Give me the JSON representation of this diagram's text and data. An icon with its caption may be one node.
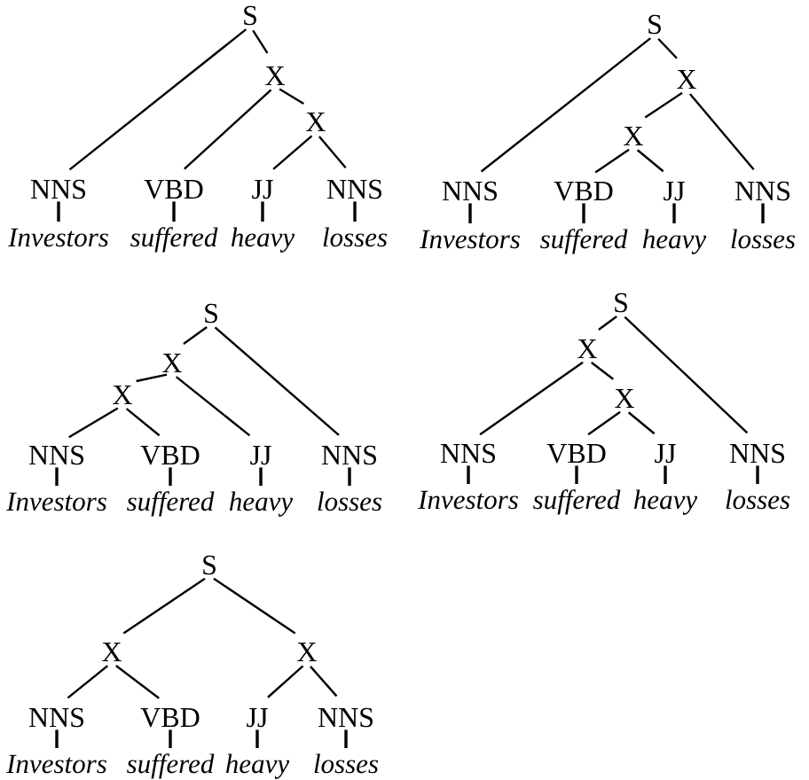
{
  "diagram": {
    "nodes": [
      {
        "text": [
          "S"
        ]
      },
      {
        "text": [
          "X"
        ]
      },
      {
        "text": [
          "X"
        ]
      },
      {
        "text": [
          "NNS"
        ]
      },
      {
        "text": [
          "VBD"
        ]
      },
      {
        "text": [
          "JJ"
        ]
      },
      {
        "text": [
          "NNS"
        ]
      },
      {
        "text": [
          "Investors"
        ]
      },
      {
        "text": [
          "suffered"
        ]
      },
      {
        "text": [
          "heavy"
        ]
      },
      {
        "text": [
          "losses"
        ]
      },
      {
        "text": [
          "S"
        ]
      },
      {
        "text": [
          "X"
        ]
      },
      {
        "text": [
          "X"
        ]
      },
      {
        "text": [
          "NNS"
        ]
      },
      {
        "text": [
          "VBD"
        ]
      },
      {
        "text": [
          "JJ"
        ]
      },
      {
        "text": [
          "NNS"
        ]
      },
      {
        "text": [
          "Investors"
        ]
      },
      {
        "text": [
          "suffered"
        ]
      },
      {
        "text": [
          "heavy"
        ]
      },
      {
        "text": [
          "losses"
        ]
      },
      {
        "text": [
          "S"
        ]
      },
      {
        "text": [
          "X"
        ]
      },
      {
        "text": [
          "X"
        ]
      },
      {
        "text": [
          "NNS"
        ]
      },
      {
        "text": [
          "VBD"
        ]
      },
      {
        "text": [
          "JJ"
        ]
      },
      {
        "text": [
          "NNS"
        ]
      },
      {
        "text": [
          "Investors"
        ]
      },
      {
        "text": [
          "suffered"
        ]
      },
      {
        "text": [
          "heavy"
        ]
      },
      {
        "text": [
          "losses"
        ]
      },
      {
        "text": [
          "S"
        ]
      },
      {
        "text": [
          "X"
        ]
      },
      {
        "text": [
          "X"
        ]
      },
      {
        "text": [
          "NNS"
        ]
      },
      {
        "text": [
          "VBD"
        ]
      },
      {
        "text": [
          "JJ"
        ]
      },
      {
        "text": [
          "NNS"
        ]
      },
      {
        "text": [
          "Investors"
        ]
      },
      {
        "text": [
          "suffered"
        ]
      },
      {
        "text": [
          "heavy"
        ]
      },
      {
        "text": [
          "losses"
        ]
      },
      {
        "text": [
          "S"
        ]
      },
      {
        "text": [
          "X"
        ]
      },
      {
        "text": [
          "X"
        ]
      },
      {
        "text": [
          "NNS"
        ]
      },
      {
        "text": [
          "VBD"
        ]
      },
      {
        "text": [
          "JJ"
        ]
      },
      {
        "text": [
          "NNS"
        ]
      },
      {
        "text": [
          "Investors"
        ]
      },
      {
        "text": [
          "suffered"
        ]
      },
      {
        "text": [
          "heavy"
        ]
      },
      {
        "text": [
          "losses"
        ]
      }
    ],
    "edges": [
      {
        "from": 0,
        "to": 3,
        "arrow": "none"
      },
      {
        "from": 0,
        "to": 1,
        "arrow": "none"
      },
      {
        "from": 1,
        "to": 4,
        "arrow": "none"
      },
      {
        "from": 1,
        "to": 2,
        "arrow": "none"
      },
      {
        "from": 2,
        "to": 5,
        "arrow": "none"
      },
      {
        "from": 2,
        "to": 6,
        "arrow": "none"
      },
      {
        "from": 3,
        "to": 7,
        "arrow": "none"
      },
      {
        "from": 4,
        "to": 8,
        "arrow": "none"
      },
      {
        "from": 5,
        "to": 9,
        "arrow": "none"
      },
      {
        "from": 6,
        "to": 10,
        "arrow": "none"
      },
      {
        "from": 11,
        "to": 14,
        "arrow": "none"
      },
      {
        "from": 11,
        "to": 12,
        "arrow": "none"
      },
      {
        "from": 12,
        "to": 13,
        "arrow": "none"
      },
      {
        "from": 12,
        "to": 17,
        "arrow": "none"
      },
      {
        "from": 13,
        "to": 15,
        "arrow": "none"
      },
      {
        "from": 13,
        "to": 16,
        "arrow": "none"
      },
      {
        "from": 14,
        "to": 18,
        "arrow": "none"
      },
      {
        "from": 15,
        "to": 19,
        "arrow": "none"
      },
      {
        "from": 16,
        "to": 20,
        "arrow": "none"
      },
      {
        "from": 17,
        "to": 21,
        "arrow": "none"
      },
      {
        "from": 22,
        "to": 23,
        "arrow": "none"
      },
      {
        "from": 22,
        "to": 28,
        "arrow": "none"
      },
      {
        "from": 23,
        "to": 24,
        "arrow": "none"
      },
      {
        "from": 23,
        "to": 27,
        "arrow": "none"
      },
      {
        "from": 24,
        "to": 25,
        "arrow": "none"
      },
      {
        "from": 24,
        "to": 26,
        "arrow": "none"
      },
      {
        "from": 25,
        "to": 29,
        "arrow": "none"
      },
      {
        "from": 26,
        "to": 30,
        "arrow": "none"
      },
      {
        "from": 27,
        "to": 31,
        "arrow": "none"
      },
      {
        "from": 28,
        "to": 32,
        "arrow": "none"
      },
      {
        "from": 33,
        "to": 34,
        "arrow": "none"
      },
      {
        "from": 33,
        "to": 39,
        "arrow": "none"
      },
      {
        "from": 34,
        "to": 36,
        "arrow": "none"
      },
      {
        "from": 34,
        "to": 35,
        "arrow": "none"
      },
      {
        "from": 35,
        "to": 37,
        "arrow": "none"
      },
      {
        "from": 35,
        "to": 38,
        "arrow": "none"
      },
      {
        "from": 36,
        "to": 40,
        "arrow": "none"
      },
      {
        "from": 37,
        "to": 41,
        "arrow": "none"
      },
      {
        "from": 38,
        "to": 42,
        "arrow": "none"
      },
      {
        "from": 39,
        "to": 43,
        "arrow": "none"
      },
      {
        "from": 44,
        "to": 45,
        "arrow": "none"
      },
      {
        "from": 44,
        "to": 46,
        "arrow": "none"
      },
      {
        "from": 45,
        "to": 47,
        "arrow": "none"
      },
      {
        "from": 45,
        "to": 48,
        "arrow": "none"
      },
      {
        "from": 46,
        "to": 49,
        "arrow": "none"
      },
      {
        "from": 46,
        "to": 50,
        "arrow": "none"
      },
      {
        "from": 47,
        "to": 51,
        "arrow": "none"
      },
      {
        "from": 48,
        "to": 52,
        "arrow": "none"
      },
      {
        "from": 49,
        "to": 53,
        "arrow": "none"
      },
      {
        "from": 50,
        "to": 54,
        "arrow": "none"
      }
    ]
  }
}
